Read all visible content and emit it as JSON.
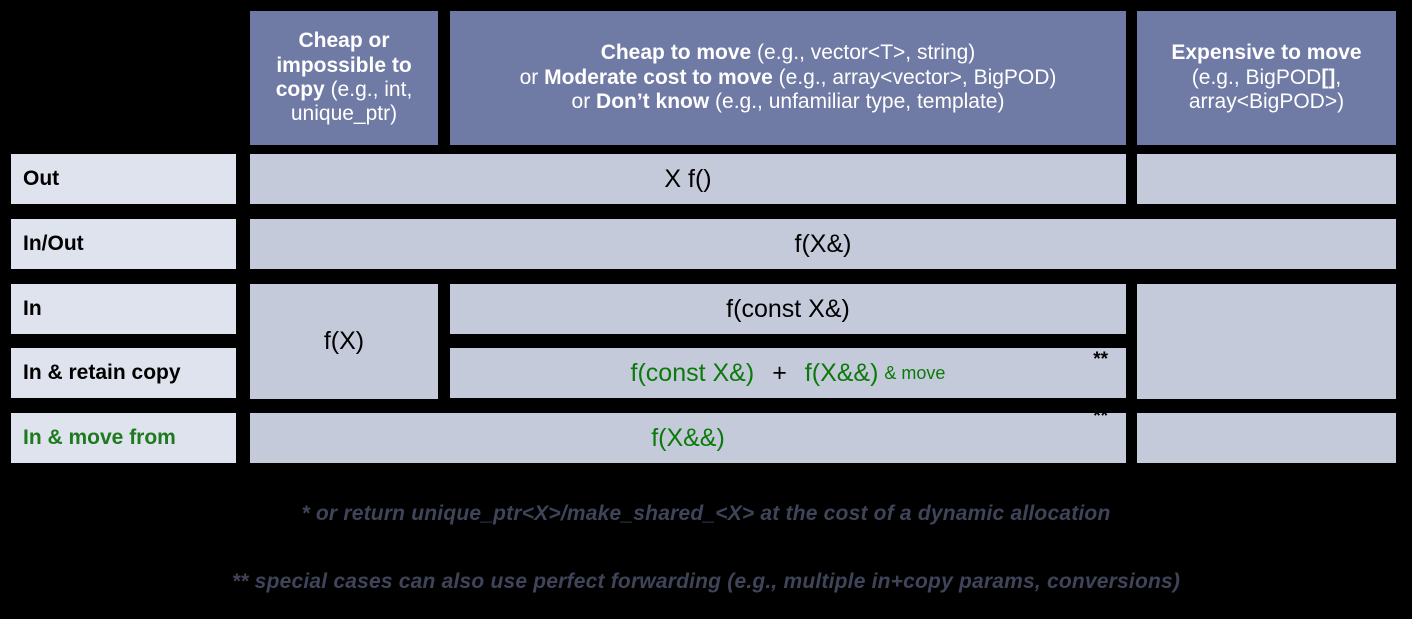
{
  "table": {
    "corner_label": "",
    "columns": [
      {
        "id": "cheap-or-impossible-to-copy",
        "strong": "Cheap or impossible to copy",
        "example": " (e.g., int, unique_ptr)"
      },
      {
        "id": "cheap-to-move",
        "line1_strong": "Cheap to move",
        "line1_example": " (e.g., vector<T>, string)",
        "line2_prefix": "or ",
        "line2_strong": "Moderate cost to move",
        "line2_example": " (e.g., array<vector>, BigPOD)",
        "line3_prefix": "or ",
        "line3_strong": "Don’t know",
        "line3_example": " (e.g., unfamiliar type, template)"
      },
      {
        "id": "expensive-to-move",
        "strong": "Expensive to move",
        "example_line1": "(e.g., BigPOD",
        "example_bold": "[]",
        "example_line2": ", array<BigPOD>)"
      }
    ],
    "rows": [
      {
        "id": "out",
        "label": "Out",
        "label_color": "#000000"
      },
      {
        "id": "in-out",
        "label": "In/Out",
        "label_color": "#000000"
      },
      {
        "id": "in",
        "label": "In",
        "label_color": "#000000"
      },
      {
        "id": "in-retain-copy",
        "label": "In & retain copy",
        "label_color": "#000000"
      },
      {
        "id": "in-move-from",
        "label": "In & move from",
        "label_color": "#1f7a1f"
      }
    ],
    "cells": {
      "out_main": "X f()",
      "out_expensive": "",
      "inout_all": "f(X&)",
      "in_cheapcopy": "f(X)",
      "in_main": "f(const X&)",
      "in_expensive": "",
      "retain_copy_left": "f(const X&)",
      "retain_copy_plus": "+",
      "retain_copy_right": "f(X&&)",
      "retain_copy_suffix": "& move",
      "retain_copy_star": "**",
      "movefrom_all": "f(X&&)",
      "movefrom_star": "**"
    }
  },
  "footnotes": [
    "* or return unique_ptr<X>/make_shared_<X> at the cost of a dynamic allocation",
    "** special cases can also use perfect forwarding (e.g., multiple in+copy params, conversions)"
  ],
  "colors": {
    "header_bg": "#6f7aa5",
    "header_text": "#ffffff",
    "rowlabel_bg": "#dfe3ed",
    "body_bg": "#c5cadb",
    "green": "#0a7a0a",
    "background": "#000000",
    "footnote_text": "#3f4458"
  }
}
